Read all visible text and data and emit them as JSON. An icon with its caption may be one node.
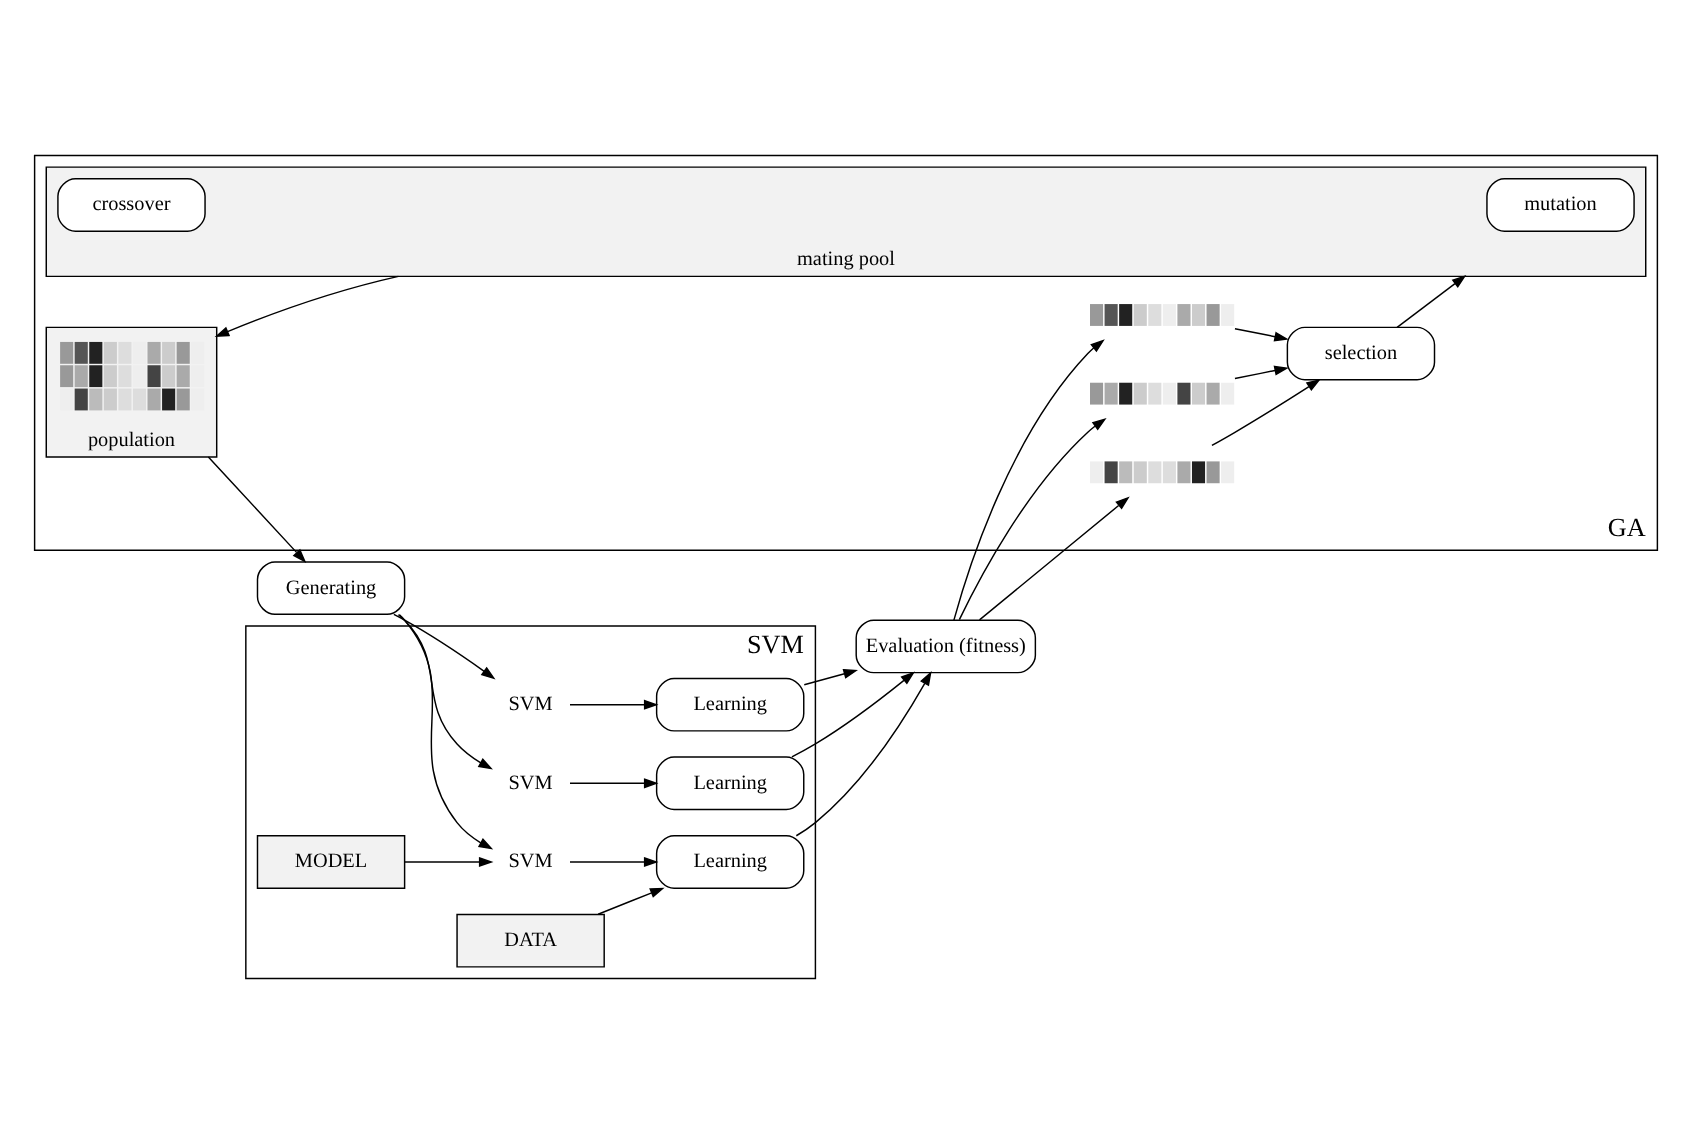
{
  "diagram": {
    "nodes": [
      {
        "text": [
          "GA"
        ]
      },
      {
        "text": [
          "population"
        ],
        "in": 0
      },
      {
        "text": [],
        "shape": "picture",
        "in": 1
      },
      {
        "text": [
          "mating pool"
        ],
        "in": 0
      },
      {
        "text": [
          "crossover"
        ],
        "in": 3
      },
      {
        "text": [
          "mutation"
        ],
        "in": 3
      },
      {
        "text": [
          "selection"
        ],
        "in": 0
      },
      {
        "text": [],
        "shape": "picture",
        "in": 0
      },
      {
        "text": [],
        "shape": "picture",
        "in": 0
      },
      {
        "text": [],
        "shape": "picture",
        "in": 0
      },
      {
        "text": [
          "Generating"
        ]
      },
      {
        "text": [
          "Evaluation (fitness)"
        ]
      },
      {
        "text": [
          "SVM"
        ]
      },
      {
        "text": [
          "SVM"
        ],
        "in": 12
      },
      {
        "text": [
          "SVM"
        ],
        "in": 12
      },
      {
        "text": [
          "SVM"
        ],
        "in": 12
      },
      {
        "text": [
          "Learning"
        ],
        "in": 12
      },
      {
        "text": [
          "Learning"
        ],
        "in": 12
      },
      {
        "text": [
          "Learning"
        ],
        "in": 12
      },
      {
        "text": [
          "MODEL"
        ],
        "in": 12
      },
      {
        "text": [
          "DATA"
        ],
        "in": 12
      }
    ],
    "edges": [
      {
        "from": 3,
        "to": 1,
        "arrow": "to"
      },
      {
        "from": 6,
        "to": 3,
        "arrow": "to"
      },
      {
        "from": 7,
        "to": 6,
        "arrow": "to"
      },
      {
        "from": 8,
        "to": 6,
        "arrow": "to"
      },
      {
        "from": 9,
        "to": 6,
        "arrow": "to"
      },
      {
        "from": 1,
        "to": 10,
        "arrow": "to"
      },
      {
        "from": 10,
        "to": 13,
        "arrow": "to"
      },
      {
        "from": 10,
        "to": 14,
        "arrow": "to"
      },
      {
        "from": 10,
        "to": 15,
        "arrow": "to"
      },
      {
        "from": 13,
        "to": 16,
        "arrow": "to"
      },
      {
        "from": 14,
        "to": 17,
        "arrow": "to"
      },
      {
        "from": 15,
        "to": 18,
        "arrow": "to"
      },
      {
        "from": 16,
        "to": 11,
        "arrow": "to"
      },
      {
        "from": 17,
        "to": 11,
        "arrow": "to"
      },
      {
        "from": 18,
        "to": 11,
        "arrow": "to"
      },
      {
        "from": 11,
        "to": 7,
        "arrow": "to"
      },
      {
        "from": 11,
        "to": 8,
        "arrow": "to"
      },
      {
        "from": 11,
        "to": 9,
        "arrow": "to"
      },
      {
        "from": 19,
        "to": 15,
        "arrow": "to"
      },
      {
        "from": 20,
        "to": 18,
        "arrow": "to"
      }
    ]
  }
}
